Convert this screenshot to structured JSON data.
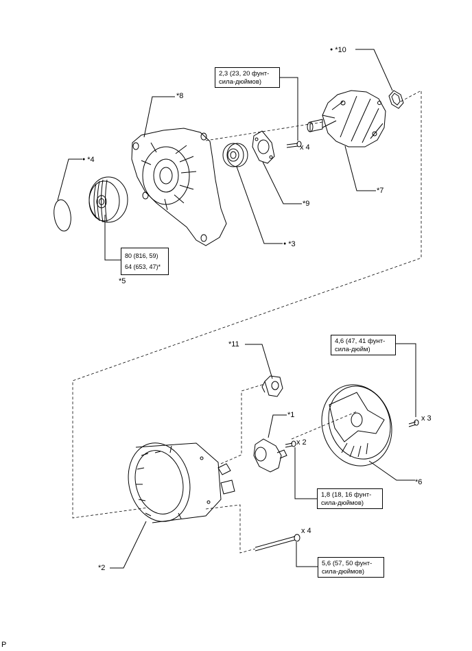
{
  "labels": {
    "p1": "*1",
    "p2": "*2",
    "p3": "*3",
    "p4": "*4",
    "p5": "*5",
    "p6": "*6",
    "p7": "*7",
    "p8": "*8",
    "p9": "*9",
    "p10": "*10",
    "p11": "*11"
  },
  "qty": {
    "brush_bolts": "x 4",
    "regulator_screws": "x 2",
    "cover_nuts": "x 3",
    "through_bolts": "x 4"
  },
  "torque": {
    "t1": {
      "line1": "2,3 (23, 20 фунт-",
      "line2": "сила-дюймов)"
    },
    "t2": {
      "line1": "80 (816, 59)",
      "line2": "64 (653, 47)*"
    },
    "t3": {
      "line1": "4,6 (47, 41 фунт-",
      "line2": "сила-дюйм)"
    },
    "t4": {
      "line1": "1,8 (18, 16 фунт-",
      "line2": "сила-дюймов)"
    },
    "t5": {
      "line1": "5,6 (57, 50 фунт-",
      "line2": "сила-дюймов)"
    }
  },
  "corner_mark": "P"
}
